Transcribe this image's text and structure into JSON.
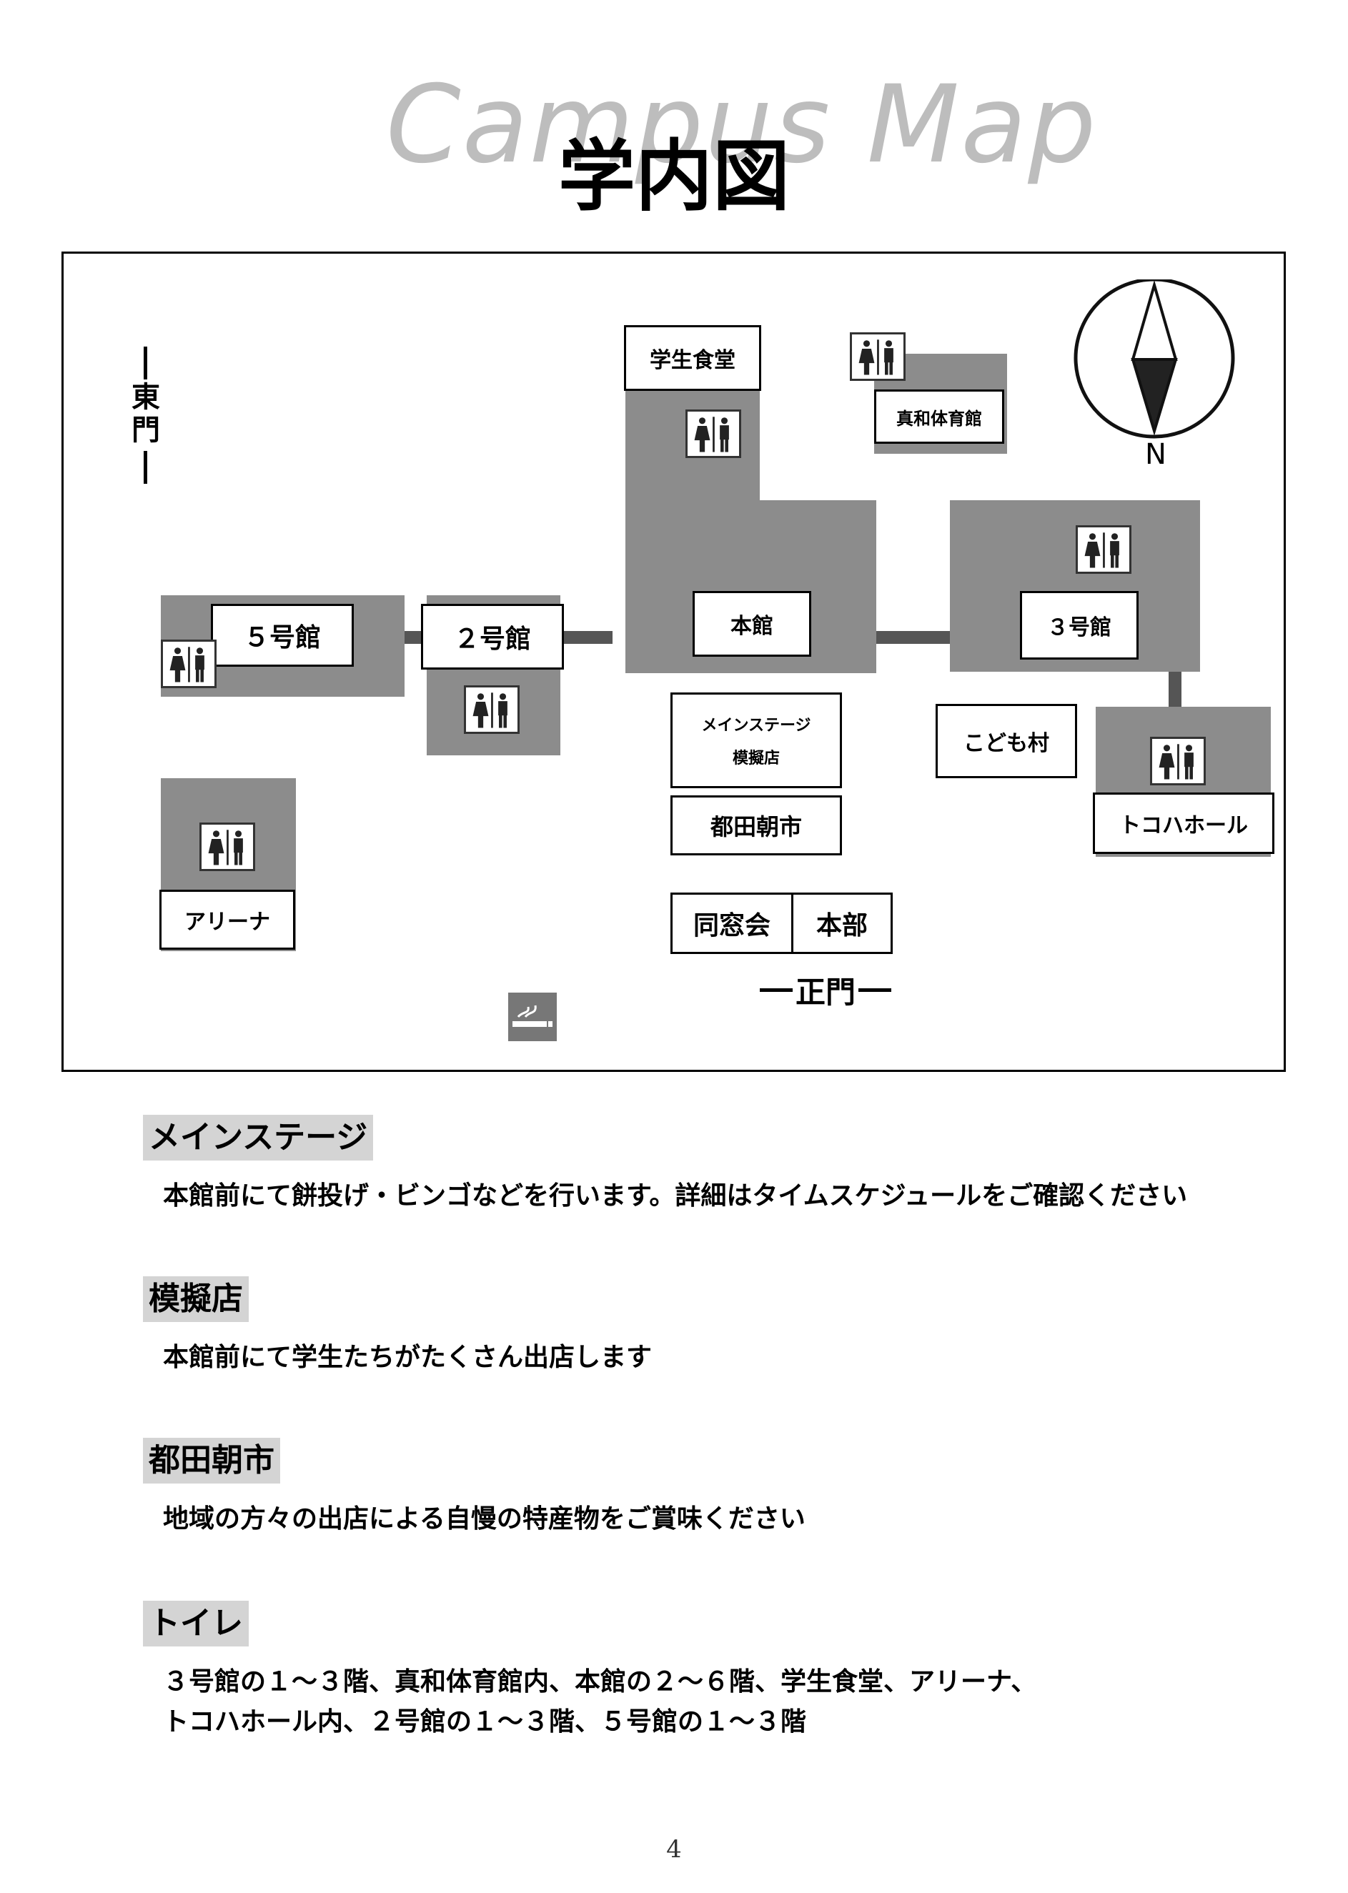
{
  "header": {
    "bg_title": "Campus Map",
    "title": "学内図"
  },
  "map": {
    "gates": {
      "east": "東門",
      "main": "正門"
    },
    "compass": {
      "label": "N",
      "icon": "compass-icon"
    },
    "buildings": {
      "student_cafeteria": "学生食堂",
      "gym": "真和体育館",
      "b5": "５号館",
      "b2": "２号館",
      "main_building": "本館",
      "b3": "３号館",
      "main_stage": "メインステージ",
      "stalls": "模擬店",
      "asaichi": "都田朝市",
      "kodomo": "こども村",
      "tokoha": "トコハホール",
      "arena": "アリーナ",
      "alumni": "同窓会",
      "honbu": "本部"
    },
    "icons": {
      "toilet": "restroom-icon",
      "smoking": "smoking-area-icon"
    }
  },
  "sections": [
    {
      "title": "メインステージ",
      "body": [
        "本館前にて餅投げ・ビンゴなどを行います。詳細はタイムスケジュールをご確認ください"
      ]
    },
    {
      "title": "模擬店",
      "body": [
        "本館前にて学生たちがたくさん出店します"
      ]
    },
    {
      "title": "都田朝市",
      "body": [
        "地域の方々の出店による自慢の特産物をご賞味ください"
      ]
    },
    {
      "title": "トイレ",
      "body": [
        "３号館の１～３階、真和体育館内、本館の２～６階、学生食堂、アリーナ、",
        "トコハホール内、２号館の１～３階、５号館の１～３階"
      ]
    }
  ],
  "footer": {
    "page_number": "4"
  }
}
